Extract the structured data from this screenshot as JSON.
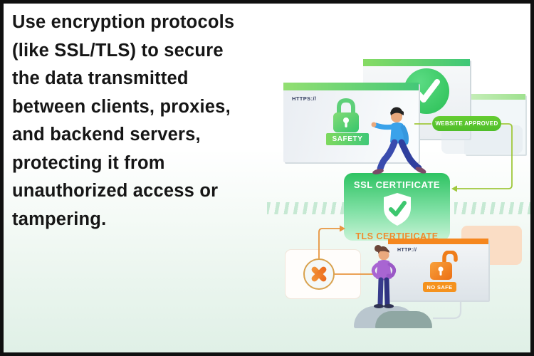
{
  "caption": {
    "lines": [
      "Use encryption protocols",
      "(like SSL/TLS) to secure",
      "the data transmitted",
      "between clients, proxies,",
      "and backend servers,",
      "protecting it from",
      "unauthorized access or",
      "tampering."
    ]
  },
  "illustration": {
    "safe_window": {
      "url": "HTTPS://",
      "label": "SAFETY"
    },
    "approved_pill": {
      "label": "WEBSITE APPROVED"
    },
    "ssl_card": {
      "title": "SSL CERTIFICATE",
      "subtitle": "TLS CERTIFICATE"
    },
    "unsafe_window": {
      "url": "HTTP://",
      "label": "NO SAFE"
    },
    "icons": [
      "check-circle-icon",
      "lock-closed-icon",
      "shield-check-icon",
      "x-circle-icon",
      "lock-open-icon"
    ],
    "colors": {
      "green": "#3fc878",
      "green_light": "#93df72",
      "pill_green": "#55c42e",
      "mint": "#dff0e6",
      "orange": "#f5871f",
      "orange_deep": "#ec6a1c",
      "peach": "#fbd9c0",
      "ink": "#161616",
      "url_navy": "#333c5e",
      "tls_orange": "#ef8b2d",
      "shirt_blue": "#3aa2ea",
      "pants_blue": "#3a4cae",
      "shirt_purple": "#a865d2",
      "mound_gray": "#8fa7a3"
    }
  }
}
